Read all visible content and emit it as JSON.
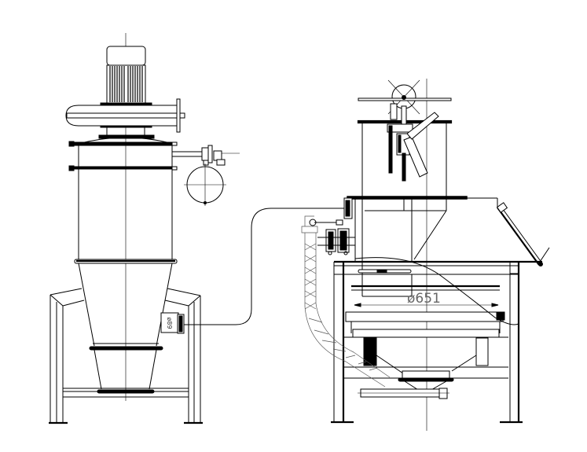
{
  "drawing": {
    "type": "engineering-drawing",
    "views": [
      {
        "name": "cyclone-separator-with-fan-motor",
        "position": "left"
      },
      {
        "name": "sieve-hopper-station",
        "position": "right"
      }
    ],
    "dimensions": {
      "sieve_diameter": "ø651",
      "pipe_diameter": "ø89"
    },
    "colors": {
      "line": "#000000",
      "dimension_text": "#666666",
      "background": "#ffffff"
    }
  }
}
